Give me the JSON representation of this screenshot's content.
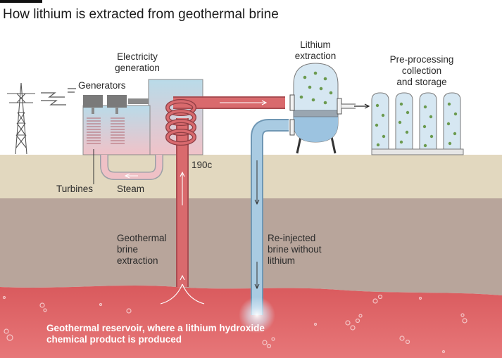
{
  "title": "How lithium is extracted from geothermal brine",
  "labels": {
    "electricity_generation": [
      "Electricity",
      "generation"
    ],
    "generators": "Generators",
    "turbines": "Turbines",
    "steam": "Steam",
    "temperature": "190c",
    "lithium_extraction": [
      "Lithium",
      "extraction"
    ],
    "preprocessing": [
      "Pre-processing",
      "collection",
      "and storage"
    ],
    "geothermal_brine_extraction": [
      "Geothermal",
      "brine",
      "extraction"
    ],
    "reinjected_brine": [
      "Re-injected",
      "brine without",
      "lithium"
    ],
    "reservoir": [
      "Geothermal reservoir, where a lithium hydroxide",
      "chemical product is produced"
    ]
  },
  "colors": {
    "ground_surface": "#e2d8bf",
    "ground_middle": "#b8a59b",
    "reservoir": "#de6466",
    "hot_pipe": "#d6676a",
    "cold_pipe": "#a9cbe2",
    "tank_glass": "#d6e7f2",
    "lithium_granule": "#6b9a4f"
  },
  "icons": [
    "pylon-icon",
    "electricity-bolt-icon"
  ]
}
